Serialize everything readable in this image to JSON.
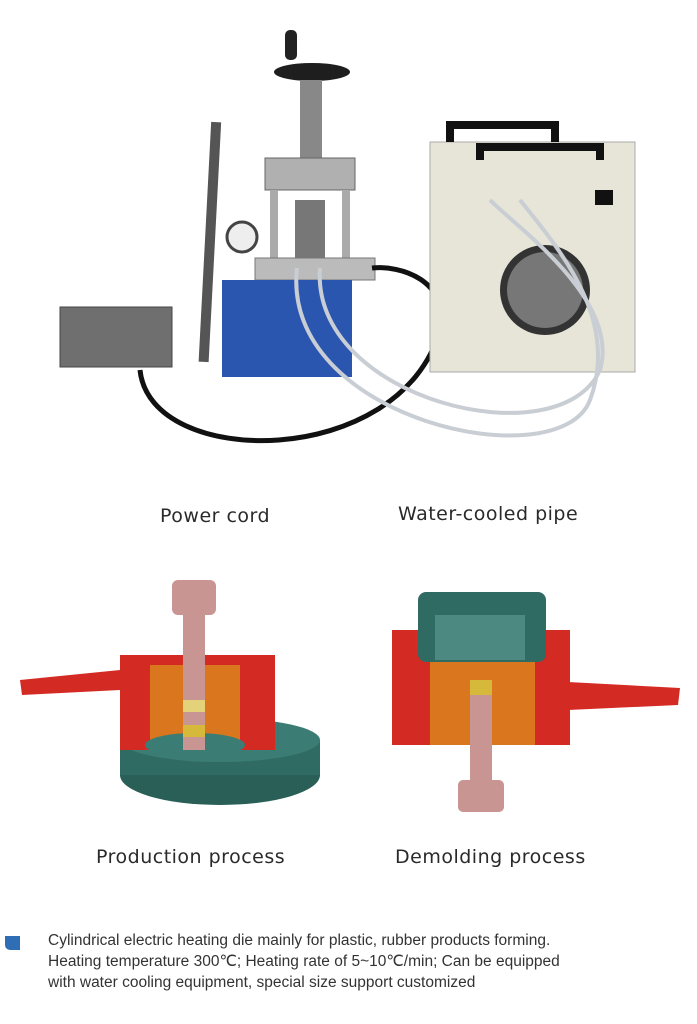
{
  "labels": {
    "power_cord": "Power cord",
    "water_pipe": "Water-cooled pipe",
    "production": "Production process",
    "demolding": "Demolding process"
  },
  "description": {
    "line1": "Cylindrical electric heating die mainly for plastic, rubber products forming.",
    "line2": "Heating temperature 300℃; Heating rate of 5~10℃/min; Can be equipped",
    "line3": "with water cooling equipment, special size support customized"
  },
  "colors": {
    "bullet": "#2f6db4",
    "die_red": "#d42a24",
    "die_orange": "#d9761e",
    "base_teal": "#2f6b63",
    "punch_pink": "#c99593"
  }
}
